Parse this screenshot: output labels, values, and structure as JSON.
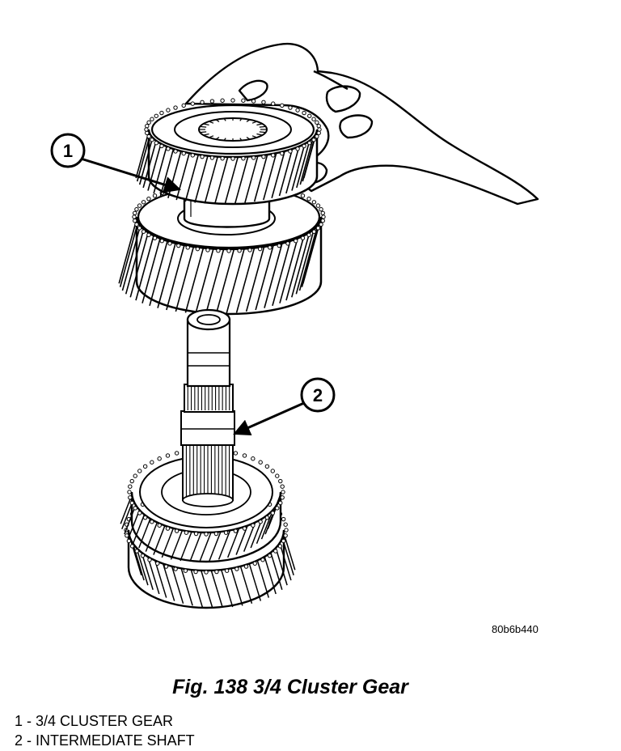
{
  "figure": {
    "code": "80b6b440",
    "caption": "Fig. 138 3/4 Cluster Gear",
    "callouts": [
      {
        "number": "1"
      },
      {
        "number": "2"
      }
    ],
    "legend": [
      "1 - 3/4 CLUSTER GEAR",
      "2 - INTERMEDIATE SHAFT"
    ]
  }
}
